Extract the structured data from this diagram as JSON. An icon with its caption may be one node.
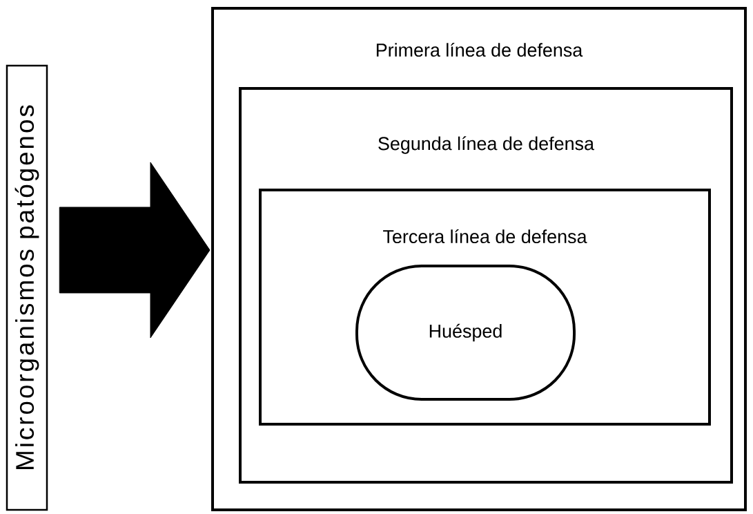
{
  "diagram": {
    "nodes": [
      {
        "text": [
          "Microorganismos patógenos"
        ]
      },
      {
        "text": [
          "Primera línea de defensa"
        ]
      },
      {
        "text": [
          "Segunda línea de defensa"
        ],
        "in": 1
      },
      {
        "text": [
          "Tercera línea de defensa"
        ],
        "in": 2
      },
      {
        "text": [
          "Huésped"
        ],
        "in": 3
      }
    ],
    "edges": [
      {
        "from": 0,
        "to": 1,
        "arrow": "to",
        "style": "thick"
      }
    ]
  }
}
